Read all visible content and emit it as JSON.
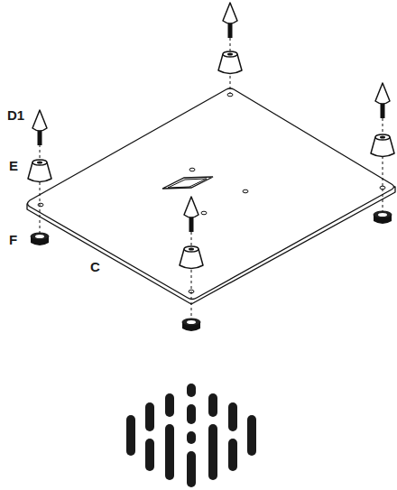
{
  "diagram": {
    "labels": [
      "D1",
      "E",
      "F",
      "C"
    ]
  }
}
